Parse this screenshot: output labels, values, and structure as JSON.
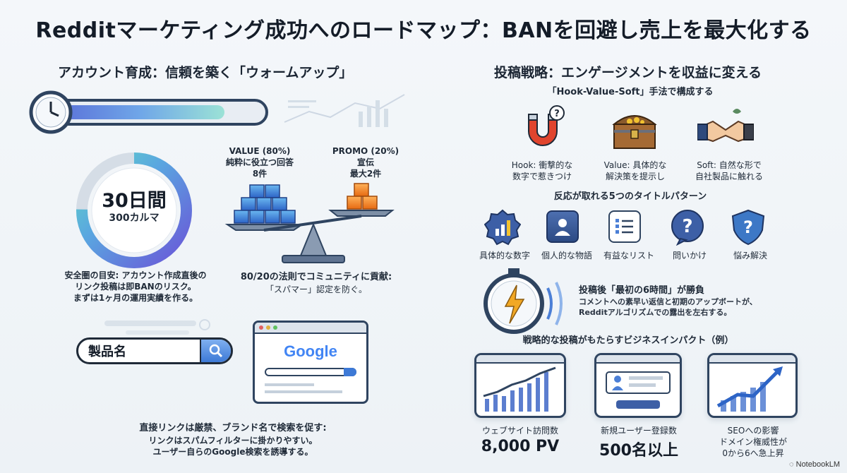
{
  "title": "Redditマーケティング成功へのロードマップ：BANを回避し売上を最大化する",
  "left": {
    "heading": "アカウント育成：信頼を築く「ウォームアップ」",
    "ring": {
      "days": "30日間",
      "karma": "300カルマ"
    },
    "safety_text": [
      "安全圏の目安: アカウント作成直後の",
      "リンク投稿は即BANのリスク。",
      "まずは1ヶ月の運用実績を作る。"
    ],
    "value_label": [
      "VALUE (80%)",
      "純粋に役立つ回答",
      "8件"
    ],
    "promo_label": [
      "PROMO (20%)",
      "宣伝",
      "最大2件"
    ],
    "rule_text": [
      "80/20の法則でコミュニティに貢献:",
      "「スパマー」認定を防ぐ。"
    ],
    "search_text": "製品名",
    "google": "Google",
    "link_text": [
      "直接リンクは厳禁、ブランド名で検索を促す:",
      "リンクはスパムフィルターに掛かりやすい。",
      "ユーザー自らのGoogle検索を誘導する。"
    ]
  },
  "right": {
    "heading": "投稿戦略：エンゲージメントを収益に変える",
    "hvs_title": "「Hook-Value-Soft」手法で構成する",
    "hvs": [
      {
        "icon": "magnet-icon",
        "text": [
          "Hook: 衝撃的な",
          "数字で惹きつけ"
        ]
      },
      {
        "icon": "treasure-chest-icon",
        "text": [
          "Value: 具体的な",
          "解決策を提示し"
        ]
      },
      {
        "icon": "handshake-icon",
        "text": [
          "Soft: 自然な形で",
          "自社製品に触れる"
        ]
      }
    ],
    "patterns_title": "反応が取れる5つのタイトルパターン",
    "patterns": [
      {
        "icon": "chart-badge-icon",
        "label": "具体的な数字"
      },
      {
        "icon": "person-icon",
        "label": "個人的な物語"
      },
      {
        "icon": "checklist-icon",
        "label": "有益なリスト"
      },
      {
        "icon": "question-bubble-icon",
        "label": "問いかけ"
      },
      {
        "icon": "shield-question-icon",
        "label": "悩み解決"
      }
    ],
    "six_hours_title": "投稿後「最初の6時間」が勝負",
    "six_hours_text": [
      "コメントへの素早い返信と初期のアップボートが、",
      "Redditアルゴリズムでの露出を左右する。"
    ],
    "impact_title": "戦略的な投稿がもたらすビジネスインパクト（例）",
    "impact": [
      {
        "label": "ウェブサイト訪問数",
        "value": "8,000 PV"
      },
      {
        "label": "新規ユーザー登録数",
        "value": "500名以上"
      },
      {
        "label": "SEOへの影響",
        "sub": [
          "ドメイン権威性が",
          "0から6へ急上昇"
        ]
      }
    ]
  },
  "brand": "NotebookLM",
  "colors": {
    "navy": "#2f4460",
    "accent_blue": "#4b7fd6",
    "teal": "#3fc6c9",
    "orange": "#f08a2a"
  }
}
